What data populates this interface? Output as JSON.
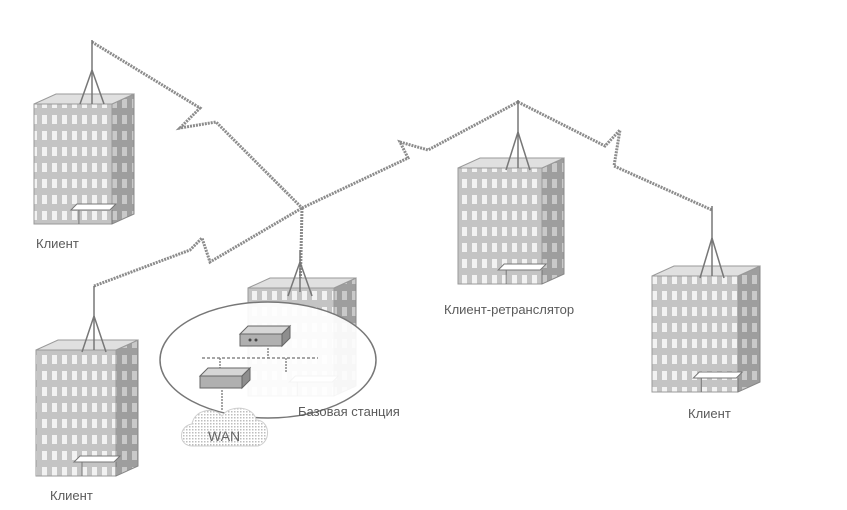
{
  "labels": {
    "client_top_left": "Клиент",
    "client_bottom_left": "Клиент",
    "client_repeater": "Клиент-ретранслятор",
    "client_right": "Клиент",
    "base_station": "Базовая станция",
    "wan": "WAN"
  },
  "colors": {
    "building_front": "#bdbdbd",
    "building_side": "#9a9a9a",
    "building_top": "#e0e0e0",
    "link": "#8c8c8c",
    "text": "#5a5a5a"
  }
}
